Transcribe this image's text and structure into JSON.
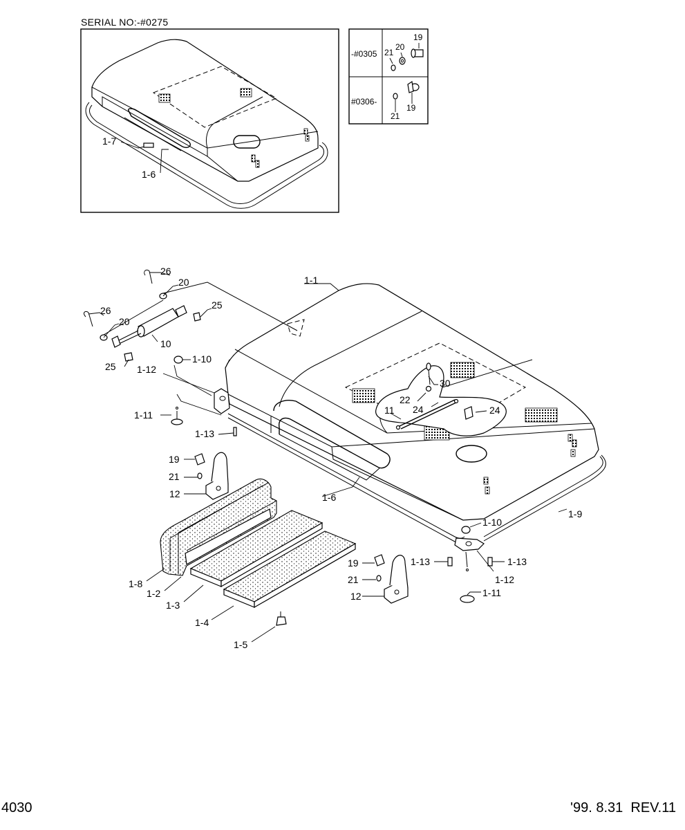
{
  "header": {
    "serial_label": "SERIAL NO:-#0275"
  },
  "inset_top": {
    "labels": {
      "p1_7": "1-7",
      "p1_6": "1-6"
    }
  },
  "inset_table": {
    "rows": [
      {
        "range": "-#0305",
        "parts": [
          "19",
          "20",
          "21"
        ]
      },
      {
        "range": "#0306-",
        "parts": [
          "19",
          "21"
        ]
      }
    ]
  },
  "callouts": {
    "c26a": "26",
    "c20a": "20",
    "c25a": "25",
    "c26b": "26",
    "c20b": "20",
    "c10": "10",
    "c25b": "25",
    "c1_1": "1-1",
    "c1_10a": "1-10",
    "c1_12a": "1-12",
    "c1_11a": "1-11",
    "c1_13a": "1-13",
    "c30": "30",
    "c22": "22",
    "c24a": "24",
    "c11": "11",
    "c24b": "24",
    "c19a": "19",
    "c21a": "21",
    "c12a": "12",
    "c1_6": "1-6",
    "c1_9": "1-9",
    "c1_10b": "1-10",
    "c1_13b": "1-13",
    "c1_13c": "1-13",
    "c1_12b": "1-12",
    "c1_11b": "1-11",
    "c19b": "19",
    "c21b": "21",
    "c12b": "12",
    "c1_8": "1-8",
    "c1_2": "1-2",
    "c1_3": "1-3",
    "c1_4": "1-4",
    "c1_5": "1-5"
  },
  "footer": {
    "page_number": "4030",
    "revision": "'99. 8.31  REV.11"
  }
}
